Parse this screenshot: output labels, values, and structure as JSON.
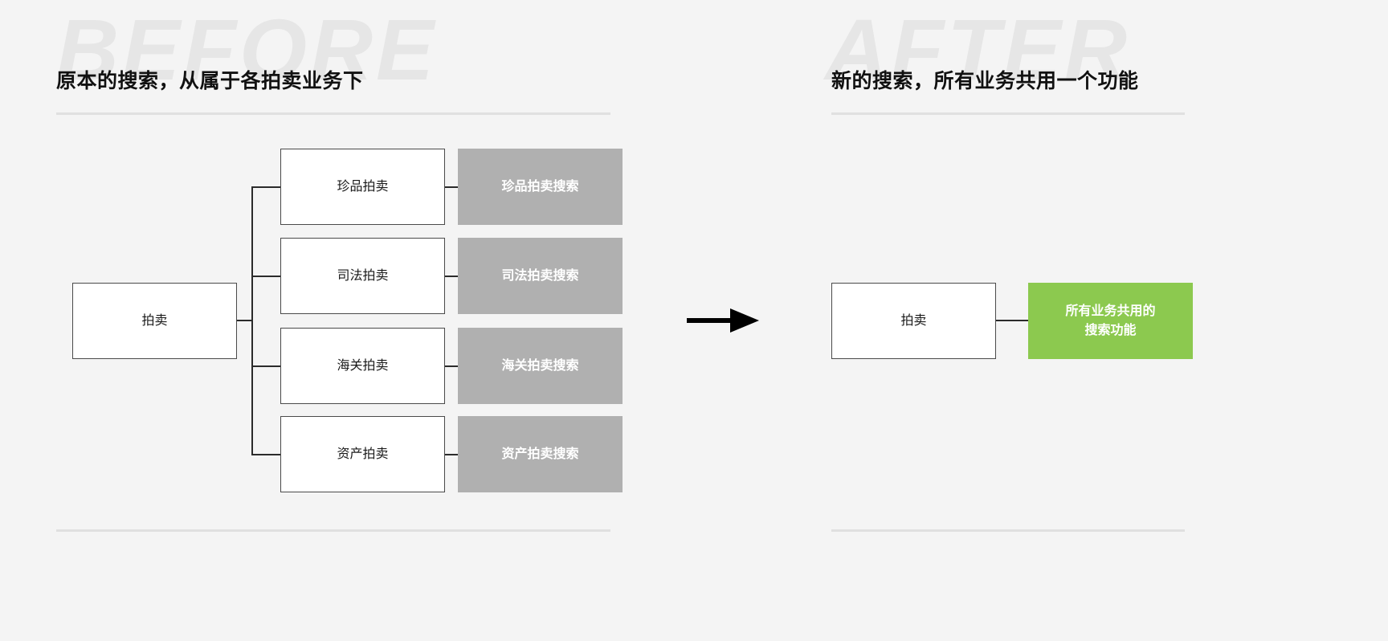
{
  "page": {
    "background_color": "#f4f4f4"
  },
  "before": {
    "watermark": "BEFORE",
    "title": "原本的搜索，从属于各拍卖业务下",
    "root": {
      "label": "拍卖"
    },
    "branches": [
      {
        "business": "珍品拍卖",
        "search": "珍品拍卖搜索"
      },
      {
        "business": "司法拍卖",
        "search": "司法拍卖搜索"
      },
      {
        "business": "海关拍卖",
        "search": "海关拍卖搜索"
      },
      {
        "business": "资产拍卖",
        "search": "资产拍卖搜索"
      }
    ],
    "node_colors": {
      "white_box_fill": "#ffffff",
      "white_box_border": "#4a4a4a",
      "gray_box_fill": "#b0b0b0",
      "gray_box_text": "#ffffff",
      "connector": "#2b2b2b"
    }
  },
  "transition": {
    "arrow": "arrow-right",
    "color": "#000000"
  },
  "after": {
    "watermark": "AFTER",
    "title": "新的搜索，所有业务共用一个功能",
    "root": {
      "label": "拍卖"
    },
    "shared": {
      "line1": "所有业务共用的",
      "line2": "搜索功能",
      "fill": "#8cc94f",
      "text_color": "#ffffff"
    }
  }
}
